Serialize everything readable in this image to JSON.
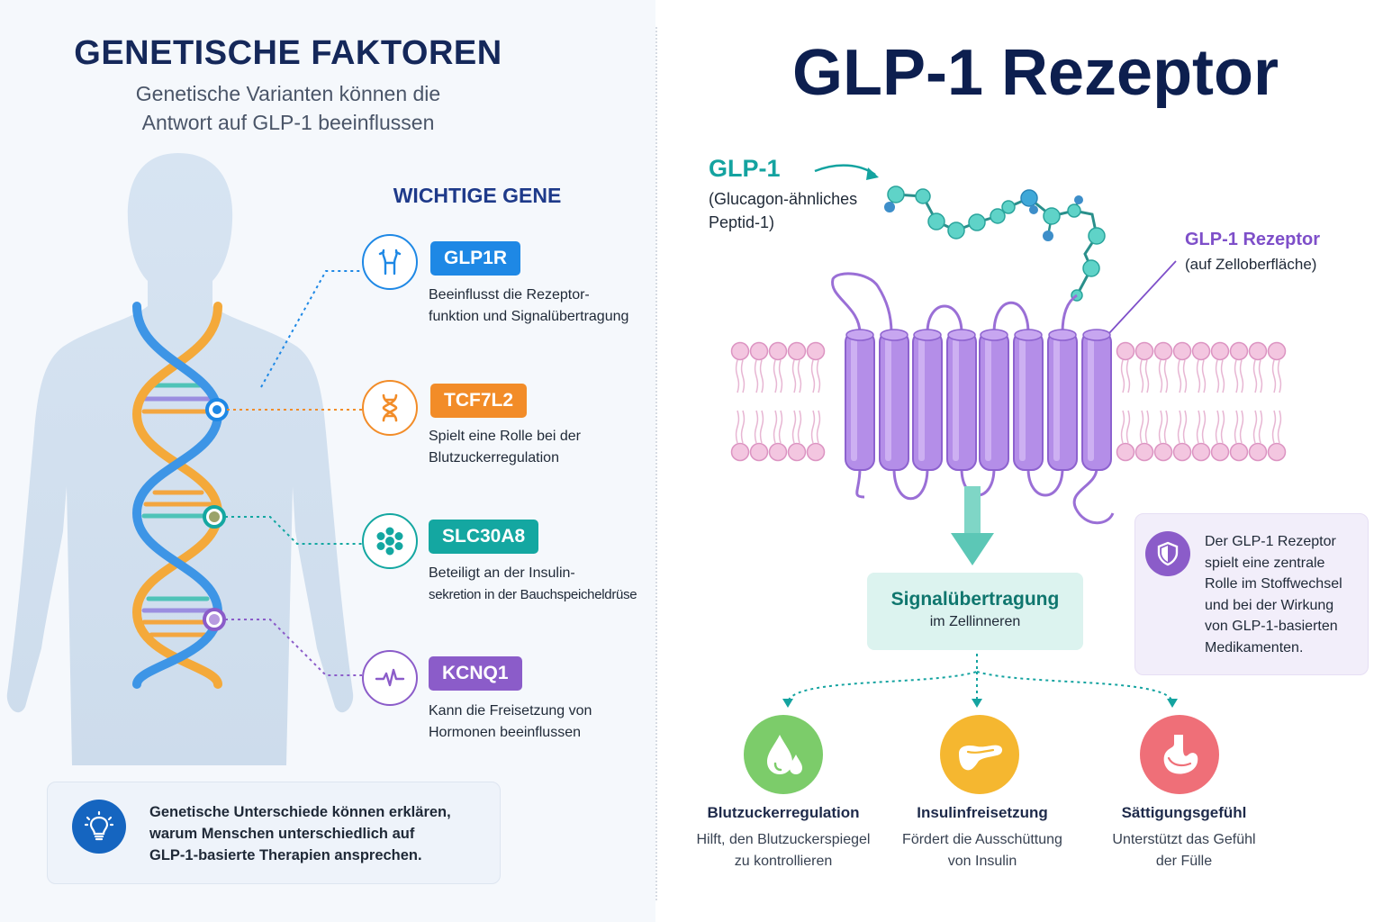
{
  "left": {
    "title": "GENETISCHE FAKTOREN",
    "subtitle_line1": "Genetische Varianten können die",
    "subtitle_line2": "Antwort auf GLP-1 beeinflussen",
    "genes_heading": "WICHTIGE GENE",
    "genes": [
      {
        "name": "GLP1R",
        "color": "#1e88e5",
        "icon": "receptor-icon",
        "desc_line1": "Beeinflusst die Rezeptor-",
        "desc_line2": "funktion und Signalübertragung"
      },
      {
        "name": "TCF7L2",
        "color": "#f28c28",
        "icon": "dna-icon",
        "desc_line1": "Spielt eine Rolle bei der",
        "desc_line2": "Blutzuckerregulation"
      },
      {
        "name": "SLC30A8",
        "color": "#14a7a1",
        "icon": "cells-icon",
        "desc_line1": "Beteiligt an der Insulin-",
        "desc_line2": "sekretion in der Bauchspeicheldrüse"
      },
      {
        "name": "KCNQ1",
        "color": "#8b5cc9",
        "icon": "pulse-icon",
        "desc_line1": "Kann die Freisetzung von",
        "desc_line2": "Hormonen beeinflussen"
      }
    ],
    "note": {
      "icon": "lightbulb-icon",
      "line1": "Genetische Unterschiede können erklären,",
      "line2": "warum Menschen unterschiedlich auf",
      "line3": "GLP-1-basierte Therapien ansprechen."
    }
  },
  "right": {
    "title": "GLP-1 Rezeptor",
    "ligand_name": "GLP-1",
    "ligand_desc_line1": "(Glucagon-ähnliches",
    "ligand_desc_line2": "Peptid-1)",
    "receptor_name": "GLP-1 Rezeptor",
    "receptor_desc": "(auf Zelloberfläche)",
    "signal_title": "Signalübertragung",
    "signal_sub": "im Zellinneren",
    "info": {
      "icon": "shield-icon",
      "lines": [
        "Der GLP-1 Rezeptor",
        "spielt eine zentrale",
        "Rolle im Stoffwechsel",
        "und bei der Wirkung",
        "von GLP-1-basierten",
        "Medikamenten."
      ]
    },
    "effects": [
      {
        "title": "Blutzuckerregulation",
        "desc_line1": "Hilft, den Blutzuckerspiegel",
        "desc_line2": "zu kontrollieren",
        "color": "#7ccc6a",
        "icon": "drop-icon"
      },
      {
        "title": "Insulinfreisetzung",
        "desc_line1": "Fördert die Ausschüttung",
        "desc_line2": "von Insulin",
        "color": "#f5b730",
        "icon": "pancreas-icon"
      },
      {
        "title": "Sättigungsgefühl",
        "desc_line1": "Unterstützt das Gefühl",
        "desc_line2": "der Fülle",
        "color": "#ef6f78",
        "icon": "stomach-icon"
      }
    ]
  }
}
